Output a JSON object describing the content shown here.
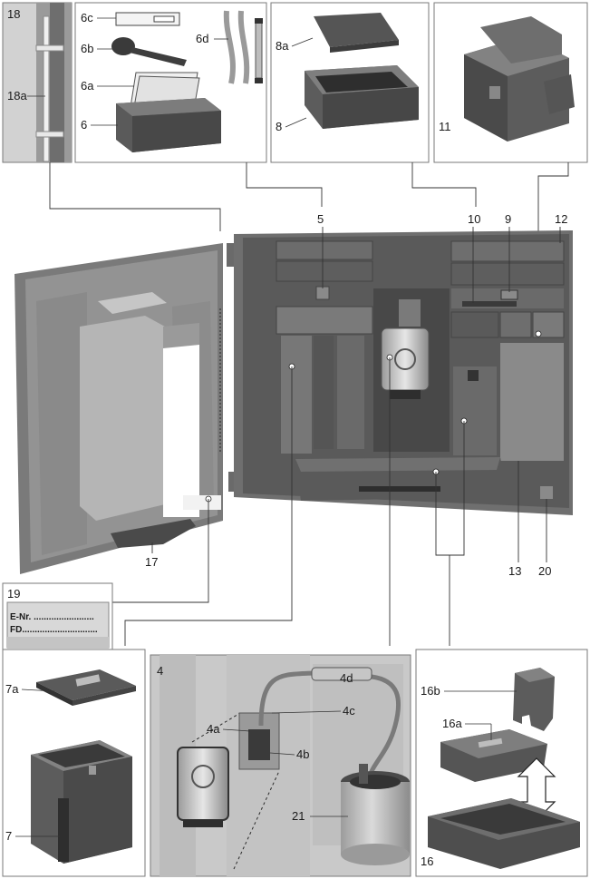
{
  "callouts": {
    "c18": "18",
    "c18a": "18a",
    "c6c": "6c",
    "c6b": "6b",
    "c6a": "6a",
    "c6": "6",
    "c6d": "6d",
    "c8a": "8a",
    "c8": "8",
    "c11": "11",
    "c5": "5",
    "c10": "10",
    "c9": "9",
    "c12": "12",
    "c17": "17",
    "c13": "13",
    "c20": "20",
    "c19": "19",
    "c7a": "7a",
    "c7": "7",
    "c4": "4",
    "c4d": "4d",
    "c4a": "4a",
    "c4c": "4c",
    "c4b": "4b",
    "c21": "21",
    "c16b": "16b",
    "c16a": "16a",
    "c16": "16"
  },
  "rating_plate": {
    "enr": "E-Nr. ........................",
    "fd": "FD.............................."
  },
  "colors": {
    "panel_bg": "#dcdcdc",
    "panel_stroke": "#7a7a7a",
    "part_dark": "#5a5a5a",
    "part_mid": "#8a8a8a",
    "part_light": "#bdbdbd",
    "appliance_inner": "#6e6e6e"
  }
}
